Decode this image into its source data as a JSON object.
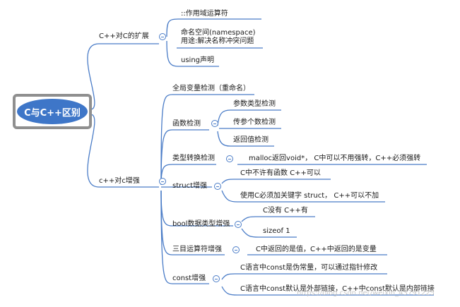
{
  "root": {
    "label": "C与C++区别"
  },
  "branch1": {
    "label": "C++对C的扩展",
    "items": [
      "::作用域运算符",
      "命名空间(namespace)",
      "用途:解决名称冲突问题",
      "using声明"
    ]
  },
  "branch2": {
    "label": "c++对c增强",
    "items": {
      "global_var": "全局变量检测（重命名）",
      "func_check": "函数检测",
      "func_sub": [
        "参数类型检测",
        "传参个数检测",
        "返回值检测"
      ],
      "type_conv": "类型转换检测",
      "type_conv_sub": "malloc返回void*， C中可以不用强转，C++必须强转",
      "struct": "struct增强",
      "struct_sub": [
        "C中不许有函数 C++可以",
        "使用C必须加关键字 struct， C++可以不加"
      ],
      "bool": "bool数据类型增强",
      "bool_sub": [
        "C没有 C++有",
        "sizeof   1"
      ],
      "ternary": "三目运算符增强",
      "ternary_sub": "C中返回的是值，C++中返回的是变量",
      "const": "const增强",
      "const_sub": [
        "C语言中const是伪常量，可以通过指针修改",
        "C语言中const默认是外部链接，C++中const默认是内部链接"
      ]
    }
  },
  "watermark": "https://blog.csdn.net/weixin_43791225",
  "colors": {
    "line": "#4a7cc7",
    "root_fill": "#3e76c8",
    "root_border": "#8f8f8f"
  }
}
